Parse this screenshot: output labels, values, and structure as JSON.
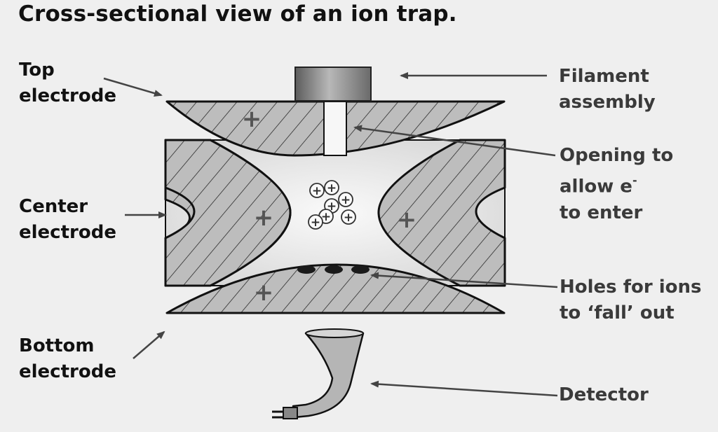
{
  "title": "Cross-sectional view of an ion trap.",
  "labels": {
    "top_electrode": [
      "Top",
      "electrode"
    ],
    "center_electrode": [
      "Center",
      "electrode"
    ],
    "bottom_electrode": [
      "Bottom",
      "electrode"
    ],
    "filament_assembly": [
      "Filament",
      "assembly"
    ],
    "opening": {
      "line1": "Opening to",
      "line2_text": "allow e",
      "line2_sup": "-",
      "line3": "to enter"
    },
    "holes": [
      "Holes for ions",
      "to ‘fall’ out"
    ],
    "detector": "Detector"
  },
  "symbols": {
    "positive_charge": "+"
  },
  "colors": {
    "background": "#efefef",
    "electrode_fill": "#bdbdbd",
    "outline": "#111111",
    "label_text": "#222222"
  }
}
